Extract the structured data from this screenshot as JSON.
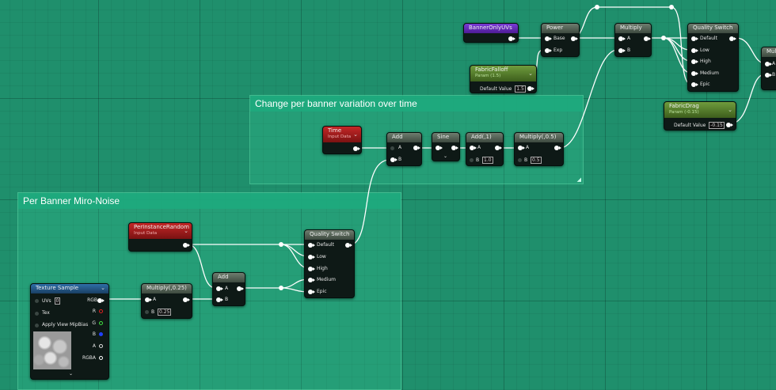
{
  "comments": {
    "variation": {
      "title": "Change per banner variation over time"
    },
    "noise": {
      "title": "Per Banner Miro-Noise"
    }
  },
  "nodes": {
    "banner_only_uvs": {
      "title": "BannerOnlyUVs"
    },
    "power": {
      "title": "Power",
      "pin_base": "Base",
      "pin_exp": "Exp"
    },
    "multiply_top": {
      "title": "Multiply",
      "pin_a": "A",
      "pin_b": "B"
    },
    "quality_switch_top": {
      "title": "Quality Switch",
      "pins": [
        "Default",
        "Low",
        "High",
        "Medium",
        "Epic"
      ]
    },
    "fabric_falloff": {
      "title": "FabricFalloff",
      "subtitle": "Param (1.5)",
      "default_label": "Default Value",
      "default_value": "1.5"
    },
    "fabric_drag": {
      "title": "FabricDrag",
      "subtitle": "Param (-0.15)",
      "default_label": "Default Value",
      "default_value": "-0.15"
    },
    "partial_right": {
      "title": "Mul",
      "pin_a": "A",
      "pin_b": "B"
    },
    "time": {
      "title": "Time",
      "subtitle": "Input Data"
    },
    "add_top": {
      "title": "Add",
      "pin_a": "A",
      "pin_b": "B"
    },
    "sine": {
      "title": "Sine"
    },
    "add_one": {
      "title": "Add(,1)",
      "pin_a": "A",
      "pin_b": "B",
      "b_value": "1.0"
    },
    "multiply_half": {
      "title": "Multiply(,0.5)",
      "pin_a": "A",
      "pin_b": "B",
      "b_value": "0.5"
    },
    "per_instance_random": {
      "title": "PerInstanceRandom",
      "subtitle": "Input Data"
    },
    "quality_switch_bottom": {
      "title": "Quality Switch",
      "pins": [
        "Default",
        "Low",
        "High",
        "Medium",
        "Epic"
      ]
    },
    "texture_sample": {
      "title": "Texture Sample",
      "pin_uvs": "UVs",
      "uvs_value": "0",
      "pin_tex": "Tex",
      "pin_mip": "Apply View MipBias",
      "outputs": [
        "RGB",
        "R",
        "G",
        "B",
        "A",
        "RGBA"
      ]
    },
    "multiply_quarter": {
      "title": "Multiply(,0.25)",
      "pin_a": "A",
      "pin_b": "B",
      "b_value": "0.25"
    },
    "add_bottom": {
      "title": "Add",
      "pin_a": "A",
      "pin_b": "B"
    }
  },
  "colors": {
    "background": "#1f8f6c",
    "wire": "#ffffff",
    "node_body": "#0e1916",
    "param_header": "#6f9c3d",
    "input_data_header": "#c42727",
    "texture_header": "#2f6fa8",
    "named_reroute_header": "#7a3ad6",
    "output_r": "#e02020",
    "output_g": "#40e040",
    "output_b": "#2040ff"
  }
}
